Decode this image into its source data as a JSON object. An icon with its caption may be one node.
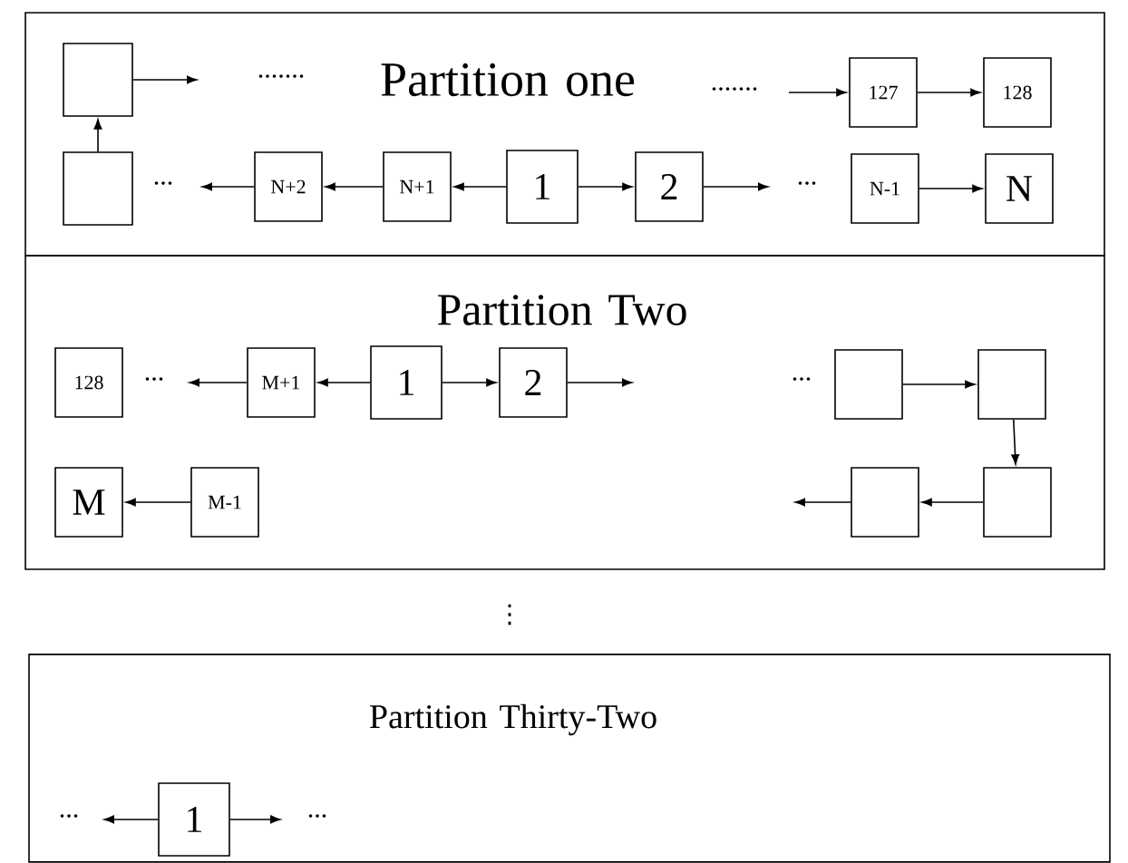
{
  "diagram": {
    "nodes": [
      {
        "text": [
          "Partition one"
        ]
      },
      {
        "text": [],
        "shape": "box",
        "in": 0
      },
      {
        "text": [],
        "shape": "box",
        "in": 0
      },
      {
        "text": [
          "127"
        ],
        "in": 0
      },
      {
        "text": [
          "128"
        ],
        "in": 0
      },
      {
        "text": [
          "N+2"
        ],
        "in": 0
      },
      {
        "text": [
          "N+1"
        ],
        "in": 0
      },
      {
        "text": [
          "1"
        ],
        "in": 0
      },
      {
        "text": [
          "2"
        ],
        "in": 0
      },
      {
        "text": [
          "N-1"
        ],
        "in": 0
      },
      {
        "text": [
          "N"
        ],
        "in": 0
      },
      {
        "text": [
          "Partition Two"
        ]
      },
      {
        "text": [
          "128"
        ],
        "in": 11
      },
      {
        "text": [
          "M+1"
        ],
        "in": 11
      },
      {
        "text": [
          "1"
        ],
        "in": 11
      },
      {
        "text": [
          "2"
        ],
        "in": 11
      },
      {
        "text": [],
        "shape": "box",
        "in": 11
      },
      {
        "text": [],
        "shape": "box",
        "in": 11
      },
      {
        "text": [],
        "shape": "box",
        "in": 11
      },
      {
        "text": [],
        "shape": "box",
        "in": 11
      },
      {
        "text": [
          "M"
        ],
        "in": 11
      },
      {
        "text": [
          "M-1"
        ],
        "in": 11
      },
      {
        "text": [
          "Partition Thirty-Two"
        ]
      },
      {
        "text": [
          "1"
        ],
        "in": 22
      }
    ],
    "edges": [
      {
        "from": 2,
        "to": 1,
        "arrow": "to"
      },
      {
        "from": 1,
        "to": null,
        "arrow": "to"
      },
      {
        "from": null,
        "to": 3,
        "arrow": "to"
      },
      {
        "from": 3,
        "to": 4,
        "arrow": "to"
      },
      {
        "from": 7,
        "to": 6,
        "arrow": "to"
      },
      {
        "from": 6,
        "to": 5,
        "arrow": "to"
      },
      {
        "from": 5,
        "to": null,
        "arrow": "to"
      },
      {
        "from": 7,
        "to": 8,
        "arrow": "to"
      },
      {
        "from": 8,
        "to": null,
        "arrow": "to"
      },
      {
        "from": 9,
        "to": 10,
        "arrow": "to"
      },
      {
        "from": 14,
        "to": 13,
        "arrow": "to"
      },
      {
        "from": 13,
        "to": null,
        "arrow": "to"
      },
      {
        "from": 14,
        "to": 15,
        "arrow": "to"
      },
      {
        "from": 15,
        "to": null,
        "arrow": "to"
      },
      {
        "from": 16,
        "to": 17,
        "arrow": "to"
      },
      {
        "from": 17,
        "to": 18,
        "arrow": "to"
      },
      {
        "from": 18,
        "to": 19,
        "arrow": "to"
      },
      {
        "from": 19,
        "to": null,
        "arrow": "to"
      },
      {
        "from": 21,
        "to": 20,
        "arrow": "to"
      },
      {
        "from": 23,
        "to": null,
        "arrow": "to"
      },
      {
        "from": 23,
        "to": null,
        "arrow": "to"
      }
    ],
    "labels": [
      ".......",
      ".......",
      "...",
      "...",
      "...",
      "...",
      "⋮",
      "...",
      "..."
    ]
  }
}
